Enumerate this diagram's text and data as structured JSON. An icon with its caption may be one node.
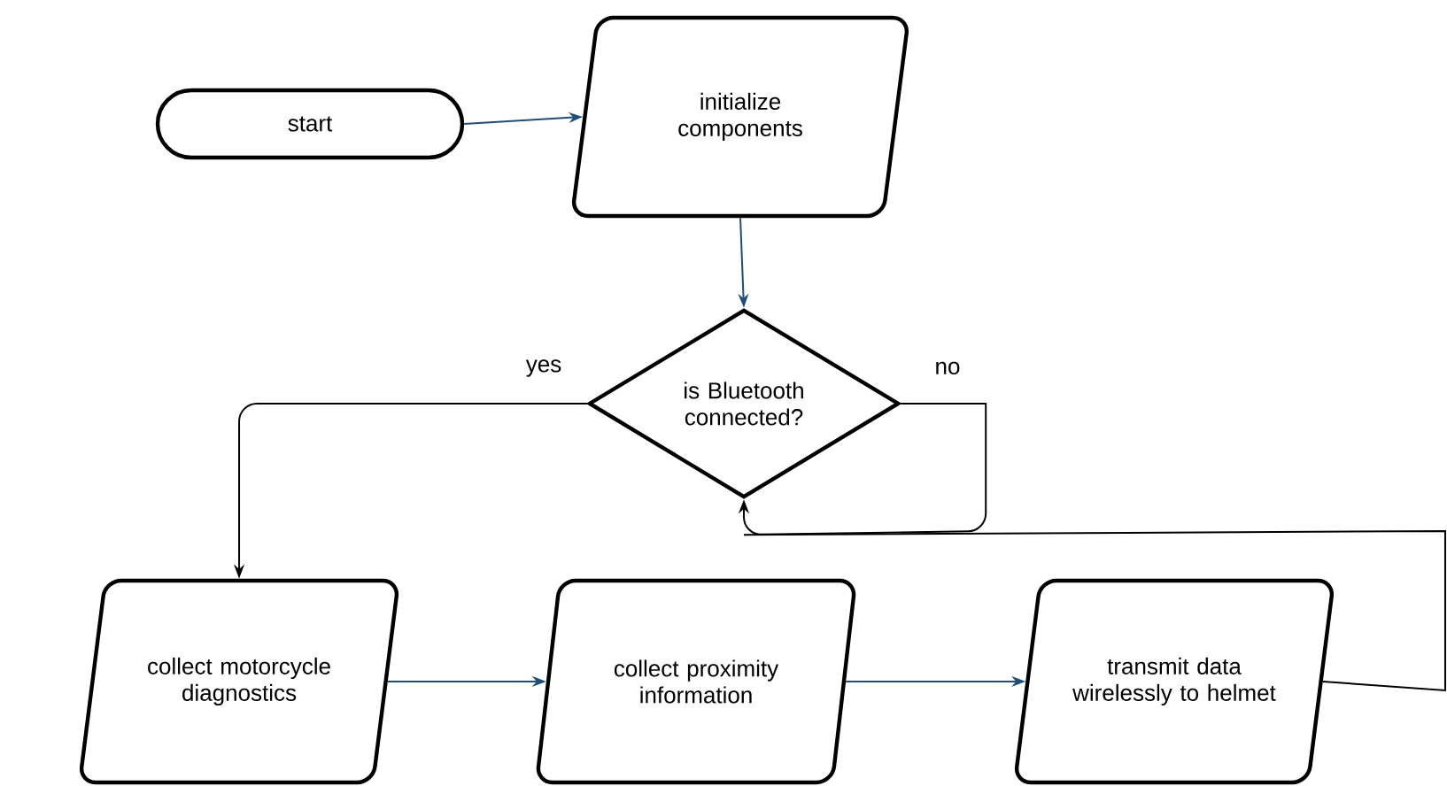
{
  "diagram": {
    "nodes": [
      {
        "text": [
          "start"
        ]
      },
      {
        "text": [
          "initialize components"
        ]
      },
      {
        "text": [
          "is Bluetooth connected?"
        ]
      },
      {
        "text": [
          "collect motorcycle diagnostics"
        ]
      },
      {
        "text": [
          "collect proximity information"
        ]
      },
      {
        "text": [
          "transmit data wirelessly to helmet"
        ]
      }
    ],
    "edges": [
      {
        "from": 0,
        "to": 1,
        "arrow": "to"
      },
      {
        "from": 1,
        "to": 2,
        "arrow": "to"
      },
      {
        "from": 2,
        "to": 3,
        "arrow": "to",
        "label": "yes",
        "color": "#000000"
      },
      {
        "from": 2,
        "to": 2,
        "arrow": "to",
        "label": "no",
        "color": "#000000"
      },
      {
        "from": 5,
        "to": 2,
        "arrow": "none",
        "color": "#000000"
      },
      {
        "from": 3,
        "to": 4,
        "arrow": "to"
      },
      {
        "from": 4,
        "to": 5,
        "arrow": "to"
      }
    ]
  }
}
